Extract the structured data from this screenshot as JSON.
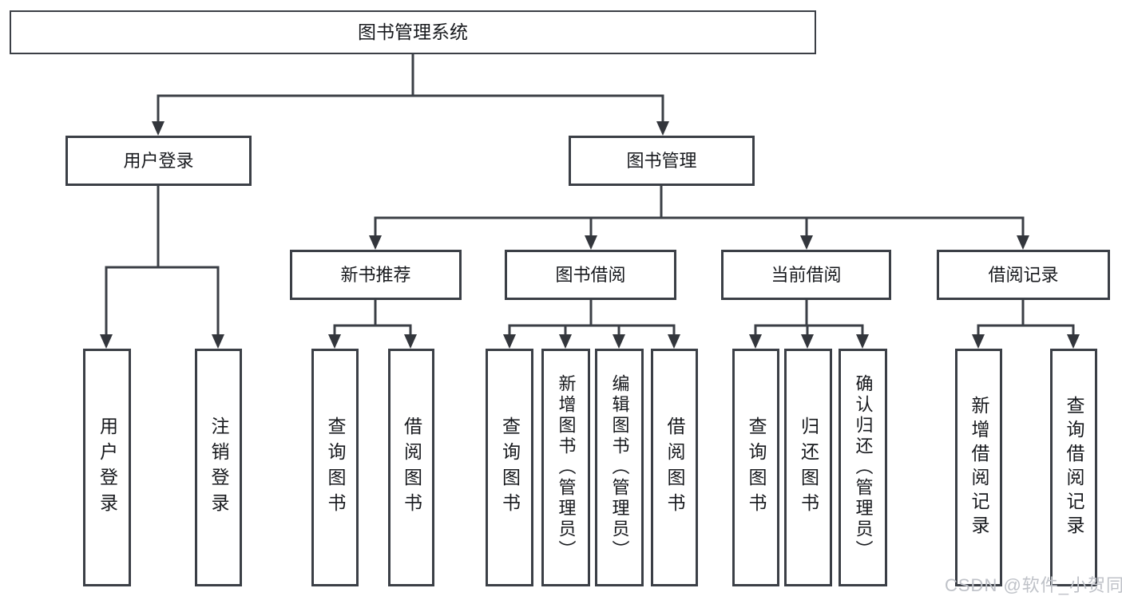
{
  "diagram": {
    "title": "图书管理系统",
    "nodes": {
      "root": "图书管理系统",
      "user_login": "用户登录",
      "book_mgmt": "图书管理",
      "new_book_rec": "新书推荐",
      "book_borrow": "图书借阅",
      "current_borrow": "当前借阅",
      "borrow_records": "借阅记录",
      "leaf_user_login": "用户登录",
      "leaf_logout": "注销登录",
      "leaf_rec_query": "查询图书",
      "leaf_rec_borrow": "借阅图书",
      "leaf_bb_query": "查询图书",
      "leaf_bb_add": "新增图书（管理员）",
      "leaf_bb_edit": "编辑图书（管理员）",
      "leaf_bb_borrow": "借阅图书",
      "leaf_cb_query": "查询图书",
      "leaf_cb_return": "归还图书",
      "leaf_cb_confirm": "确认归还（管理员）",
      "leaf_br_add": "新增借阅记录",
      "leaf_br_query": "查询借阅记录"
    },
    "hierarchy": {
      "图书管理系统": {
        "用户登录": [
          "用户登录",
          "注销登录"
        ],
        "图书管理": {
          "新书推荐": [
            "查询图书",
            "借阅图书"
          ],
          "图书借阅": [
            "查询图书",
            "新增图书（管理员）",
            "编辑图书（管理员）",
            "借阅图书"
          ],
          "当前借阅": [
            "查询图书",
            "归还图书",
            "确认归还（管理员）"
          ],
          "借阅记录": [
            "新增借阅记录",
            "查询借阅记录"
          ]
        }
      }
    },
    "colors": {
      "line": "#3b3f46",
      "box_border": "#3b3f46",
      "box_fill": "#ffffff",
      "text": "#17191d",
      "watermark": "#bfc2c8",
      "background": "#ffffff"
    }
  },
  "watermark": "CSDN @软件_小贺同学"
}
